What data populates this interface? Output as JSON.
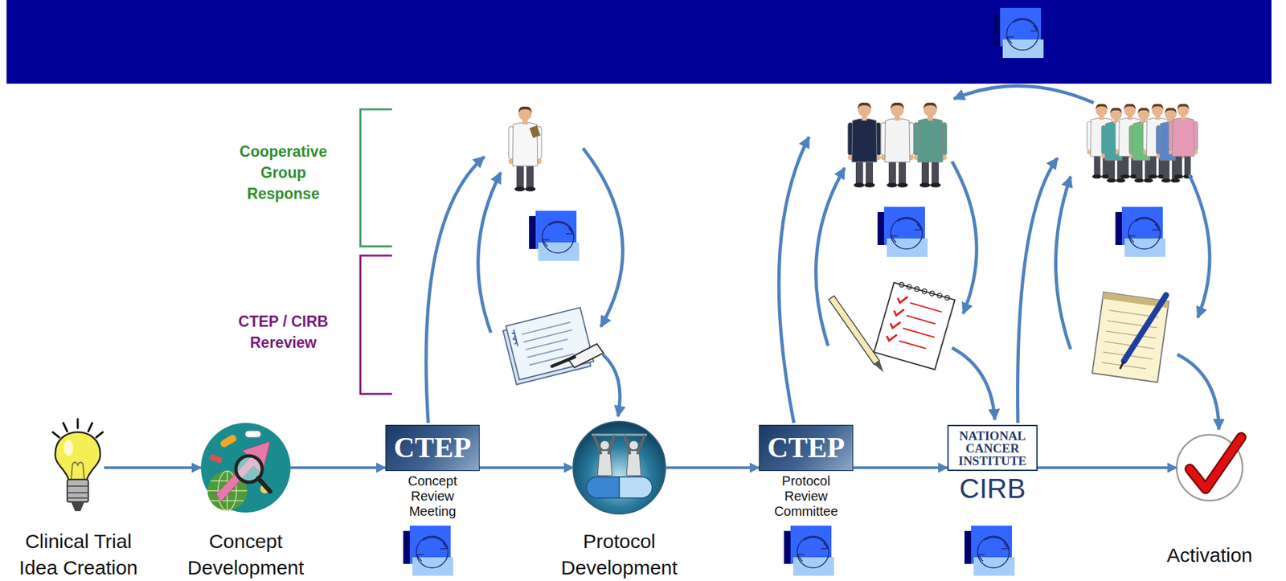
{
  "diagram": {
    "nodes": [
      {
        "text": [
          "Clinical Trial Idea Creation"
        ]
      },
      {
        "text": [
          "Concept Development"
        ]
      },
      {
        "text": [
          "CTEP",
          "Concept Review Meeting"
        ]
      },
      {
        "text": [
          "Protocol Development"
        ]
      },
      {
        "text": [
          "CTEP",
          "Protocol Review Committee"
        ]
      },
      {
        "text": [
          "NATIONAL CANCER INSTITUTE",
          "CIRB"
        ]
      },
      {
        "text": [
          "Activation"
        ]
      }
    ],
    "edges": [
      {
        "from": 0,
        "to": 1,
        "arrow": "to"
      },
      {
        "from": 1,
        "to": 2,
        "arrow": "to"
      },
      {
        "from": 2,
        "to": 3,
        "arrow": "to"
      },
      {
        "from": 3,
        "to": 4,
        "arrow": "to"
      },
      {
        "from": 4,
        "to": 5,
        "arrow": "to"
      },
      {
        "from": 5,
        "to": 6,
        "arrow": "to"
      }
    ],
    "labels": [
      "Cooperative Group Response",
      "CTEP / CIRB Rereview"
    ]
  }
}
